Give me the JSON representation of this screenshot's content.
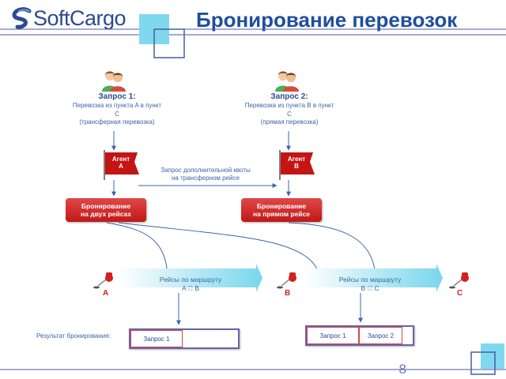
{
  "header": {
    "logo_text": "SoftCargo",
    "title": "Бронирование перевозок"
  },
  "requests": [
    {
      "title": "Запрос 1:",
      "line1": "Перевозка из пункта A в пункт",
      "line2": "C",
      "line3": "(трансферная перевозка)"
    },
    {
      "title": "Запрос 2:",
      "line1": "Перевозка из пункта B в пункт",
      "line2": "C",
      "line3": "(прямая перевозка)"
    }
  ],
  "agents": [
    {
      "line1": "Агент",
      "line2": "A"
    },
    {
      "line1": "Агент",
      "line2": "B"
    }
  ],
  "quota_request": {
    "line1": "Запрос дополнительной квоты",
    "line2": "на трансферном рейсе"
  },
  "bookings": [
    {
      "line1": "Бронирование",
      "line2": "на двух рейсах"
    },
    {
      "line1": "Бронирование",
      "line2": "на прямом рейсе"
    }
  ],
  "routes": [
    {
      "line1": "Рейсы по маршруту",
      "line2": "A  B"
    },
    {
      "line1": "Рейсы по маршруту",
      "line2": "B  C"
    }
  ],
  "points": [
    "A",
    "B",
    "C"
  ],
  "results": {
    "label": "Результат бронирования:",
    "box1": [
      "Запрос 1"
    ],
    "box2": [
      "Запрос 1",
      "Запрос 2"
    ]
  },
  "page_number": "8",
  "colors": {
    "primary_blue": "#1f4e9c",
    "text_blue": "#3c64a8",
    "booking_red": "#c21818",
    "flag_red": "#c41414",
    "frame_purple": "#6a62a8",
    "route_cyan": "#7fd8ee"
  },
  "icons": [
    "logo-icon",
    "people-icon",
    "flag-icon",
    "pushpin-icon",
    "arrow-icon"
  ]
}
